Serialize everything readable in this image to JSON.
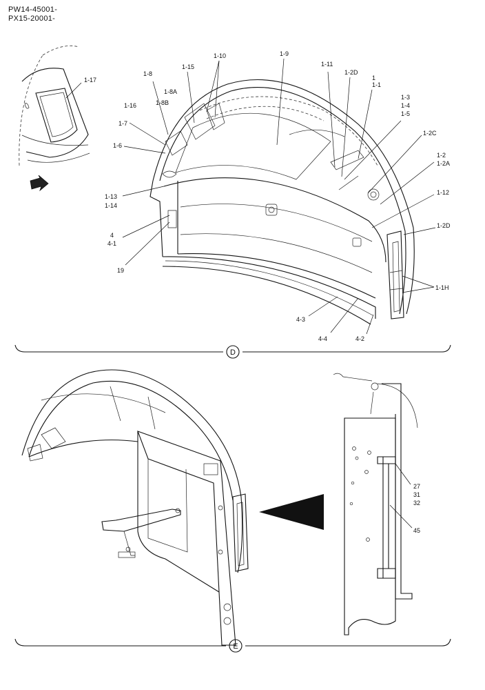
{
  "header": {
    "line1": "PW14-45001-",
    "line2": "PX15-20001-"
  },
  "section_d": {
    "marker": "D",
    "callouts": [
      {
        "id": "c-1-17",
        "text": "1-17"
      },
      {
        "id": "c-1-8",
        "text": "1-8"
      },
      {
        "id": "c-1-15",
        "text": "1-15"
      },
      {
        "id": "c-1-10",
        "text": "1-10"
      },
      {
        "id": "c-1-9",
        "text": "1-9"
      },
      {
        "id": "c-1-11",
        "text": "1-11"
      },
      {
        "id": "c-1-2D-top",
        "text": "1-2D"
      },
      {
        "id": "c-1",
        "text": "1"
      },
      {
        "id": "c-1-1",
        "text": "1-1"
      },
      {
        "id": "c-1-8A",
        "text": "1-8A"
      },
      {
        "id": "c-1-8B",
        "text": "1-8B"
      },
      {
        "id": "c-1-16",
        "text": "1-16"
      },
      {
        "id": "c-1-3",
        "text": "1-3"
      },
      {
        "id": "c-1-4",
        "text": "1-4"
      },
      {
        "id": "c-1-5",
        "text": "1-5"
      },
      {
        "id": "c-1-7",
        "text": "1-7"
      },
      {
        "id": "c-1-2C",
        "text": "1-2C"
      },
      {
        "id": "c-1-6",
        "text": "1-6"
      },
      {
        "id": "c-1-2",
        "text": "1-2"
      },
      {
        "id": "c-1-2A",
        "text": "1-2A"
      },
      {
        "id": "c-1-13",
        "text": "1-13"
      },
      {
        "id": "c-1-14",
        "text": "1-14"
      },
      {
        "id": "c-1-12",
        "text": "1-12"
      },
      {
        "id": "c-4",
        "text": "4"
      },
      {
        "id": "c-4-1",
        "text": "4-1"
      },
      {
        "id": "c-1-2D",
        "text": "1-2D"
      },
      {
        "id": "c-19",
        "text": "19"
      },
      {
        "id": "c-1-1H",
        "text": "1-1H"
      },
      {
        "id": "c-4-3",
        "text": "4-3"
      },
      {
        "id": "c-4-4",
        "text": "4-4"
      },
      {
        "id": "c-4-2",
        "text": "4-2"
      }
    ]
  },
  "section_e": {
    "marker": "E",
    "callouts": [
      {
        "id": "c-27",
        "text": "27"
      },
      {
        "id": "c-31",
        "text": "31"
      },
      {
        "id": "c-32",
        "text": "32"
      },
      {
        "id": "c-45",
        "text": "45"
      }
    ]
  }
}
